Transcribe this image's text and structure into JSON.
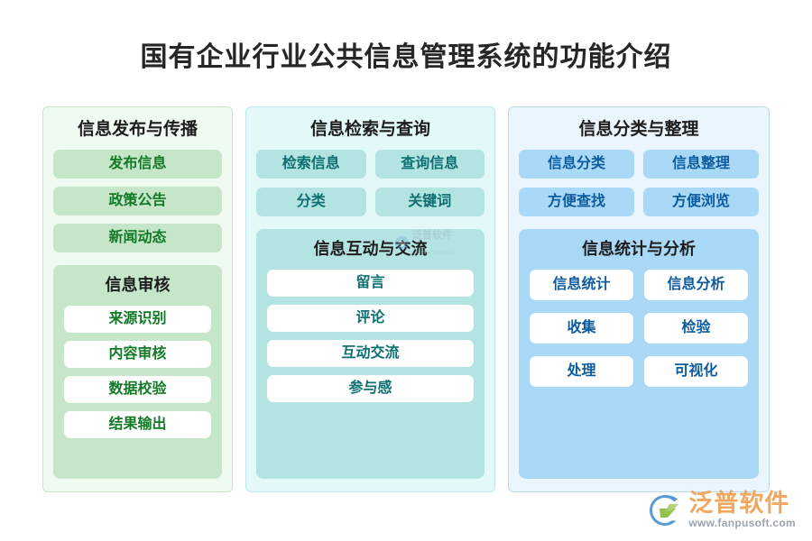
{
  "title": "国有企业行业公共信息管理系统的功能介绍",
  "columns": [
    {
      "id": "info-publish",
      "theme": "green",
      "title": "信息发布与传播",
      "items": [
        "发布信息",
        "政策公告",
        "新闻动态"
      ],
      "subpanel": {
        "title": "信息审核",
        "items": [
          "来源识别",
          "内容审核",
          "数据校验",
          "结果输出"
        ]
      }
    },
    {
      "id": "info-search",
      "theme": "teal",
      "title": "信息检索与查询",
      "items": [
        "检索信息",
        "查询信息",
        "分类",
        "关键词"
      ],
      "subpanel": {
        "title": "信息互动与交流",
        "items": [
          "留言",
          "评论",
          "互动交流",
          "参与感"
        ]
      }
    },
    {
      "id": "info-classify",
      "theme": "blue",
      "title": "信息分类与整理",
      "items": [
        "信息分类",
        "信息整理",
        "方便查找",
        "方便浏览"
      ],
      "subpanel": {
        "title": "信息统计与分析",
        "items": [
          "信息统计",
          "信息分析",
          "收集",
          "检验",
          "处理",
          "可视化"
        ]
      }
    }
  ],
  "watermark": {
    "name": "泛普软件",
    "sub": "FANPU SOFTWARE"
  },
  "brand": {
    "name": "泛普软件",
    "url": "www.fanpusoft.com"
  },
  "colors": {
    "green_panel": "#effaf0",
    "green_pill": "#c6e6c9",
    "green_text": "#127a26",
    "teal_panel": "#e2f8f9",
    "teal_pill": "#b3e4e2",
    "teal_text": "#0d6f72",
    "blue_panel": "#eaf5fd",
    "blue_pill": "#a9d9f7",
    "blue_text": "#0c5b9e",
    "title_text": "#262626",
    "brand_orange": "#f0a860"
  }
}
